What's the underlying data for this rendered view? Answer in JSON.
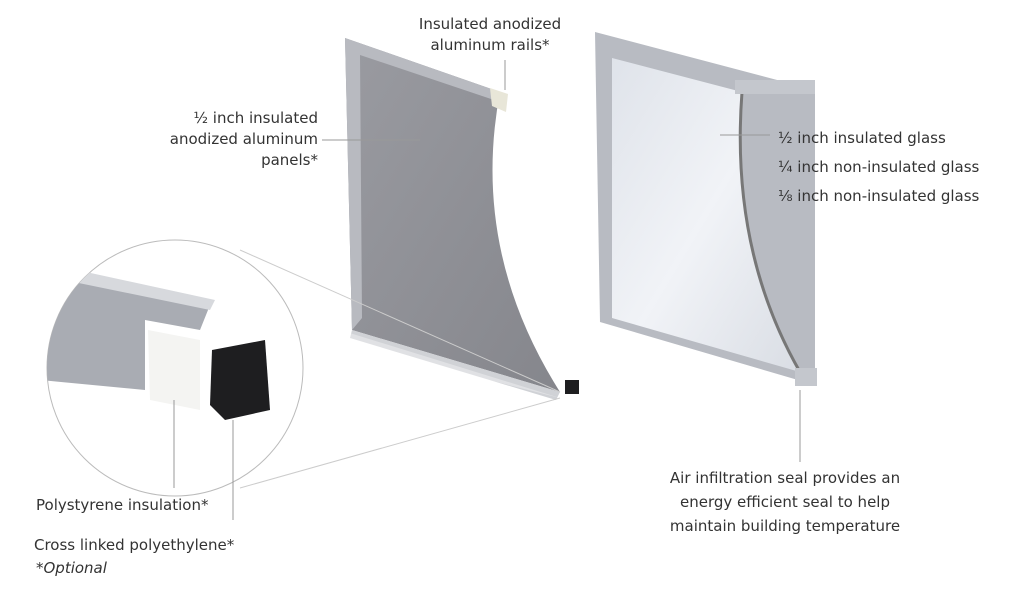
{
  "labels": {
    "rails": [
      "Insulated anodized",
      "aluminum rails*"
    ],
    "panels": [
      "½ inch insulated",
      "anodized aluminum",
      "panels*"
    ],
    "glass": [
      "½ inch insulated glass",
      "¼ inch non-insulated glass",
      "⅛ inch non-insulated glass"
    ],
    "seal": [
      "Air infiltration seal provides an",
      "energy efficient seal to help",
      "maintain building temperature"
    ],
    "polystyrene": "Polystyrene insulation*",
    "polyethylene": "Cross linked polyethylene*",
    "optional_note": "*Optional"
  },
  "colors": {
    "panel": "#8e8f96",
    "frame": "#b9bcc2",
    "glass": "#e6e9ef",
    "seal": "#1e1e20",
    "text": "#333333"
  }
}
